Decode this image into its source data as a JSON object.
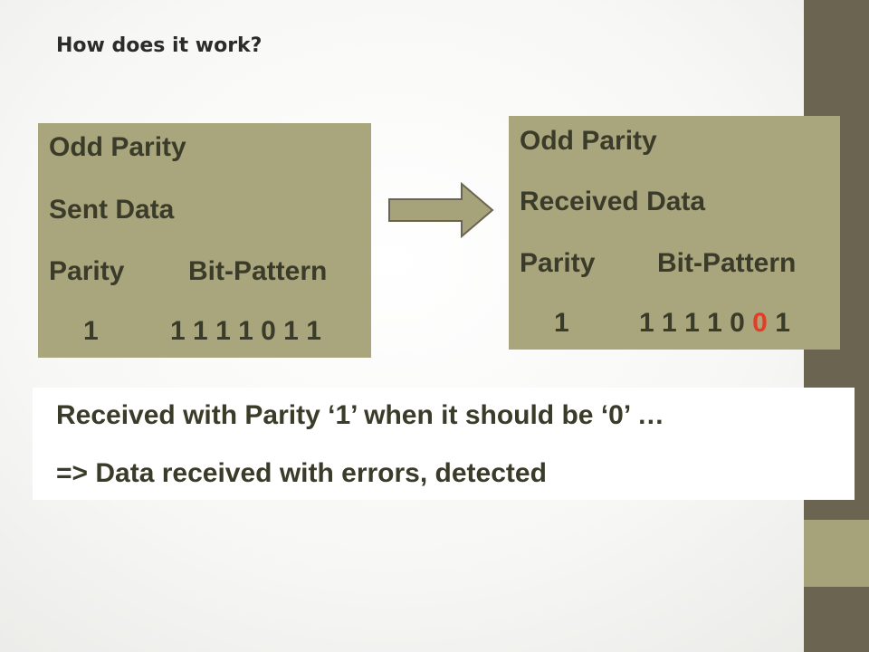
{
  "title": "How does it work?",
  "sent_panel": {
    "line1": "Odd Parity",
    "line2": "Sent Data",
    "parity_header": "Parity",
    "pattern_header": "Bit-Pattern",
    "parity_value": "1",
    "bits": [
      "1",
      "1",
      "1",
      "1",
      "0",
      "1",
      "1"
    ]
  },
  "received_panel": {
    "line1": "Odd Parity",
    "line2": "Received Data",
    "parity_header": "Parity",
    "pattern_header": "Bit-Pattern",
    "parity_value": "1",
    "bits": [
      "1",
      "1",
      "1",
      "1",
      "0",
      "0",
      "1"
    ],
    "error_bit_index": 5
  },
  "result": {
    "line1": "Received with Parity ‘1’ when it should be ‘0’ …",
    "line2": "=> Data received with errors, detected"
  },
  "colors": {
    "panel_bg": "#a9a57d",
    "panel_text": "#3b3b2a",
    "error_bit": "#e53c25",
    "sidebar": "#6b6450",
    "sidebar_accent": "#a6a37a",
    "arrow_fill": "#a6a37a",
    "arrow_stroke": "#6b6450"
  }
}
